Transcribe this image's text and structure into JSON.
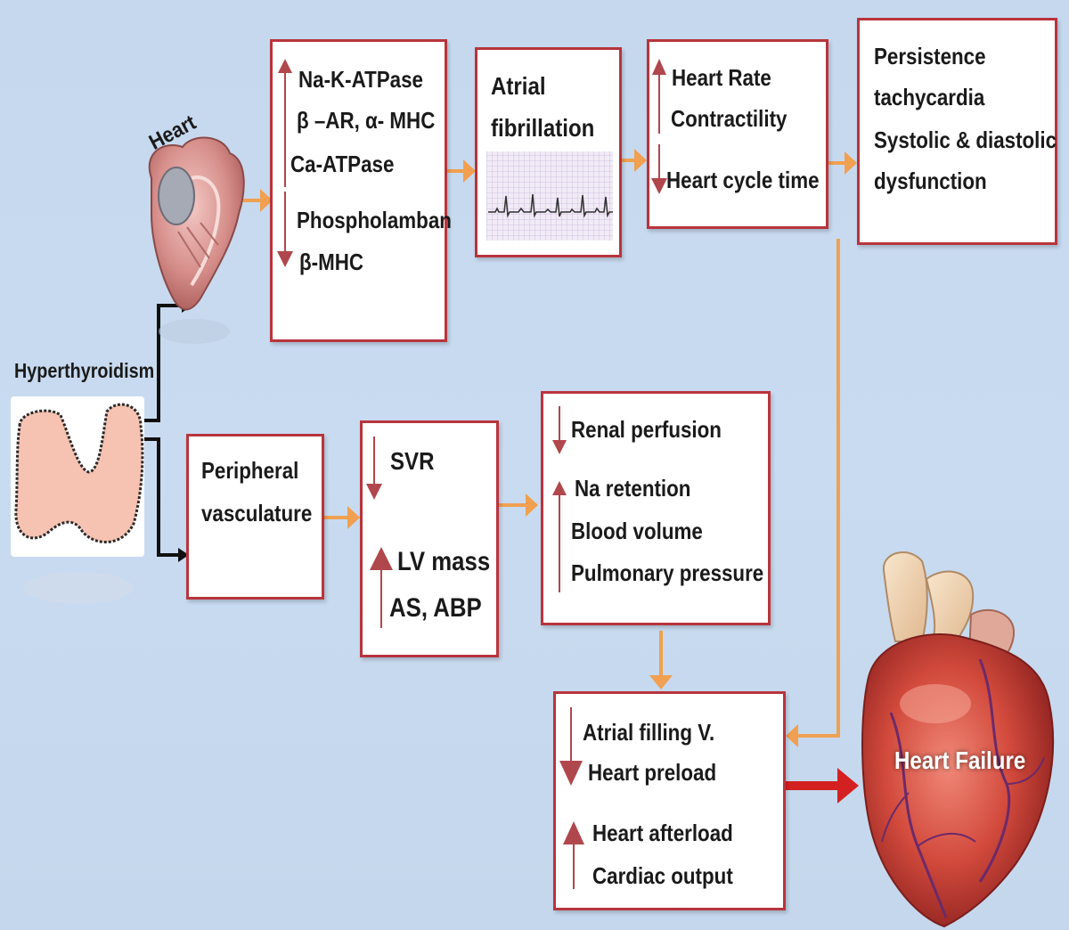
{
  "labels": {
    "heart": "Heart",
    "hyperthyroidism": "Hyperthyroidism",
    "heart_failure": "Heart Failure"
  },
  "boxes": {
    "molecular": {
      "line1": "Na-K-ATPase",
      "line2": "β –AR, α- MHC",
      "line3": "Ca-ATPase",
      "line4": "Phospholamban",
      "line5": "β-MHC"
    },
    "af": {
      "line1": "Atrial",
      "line2": "fibrillation"
    },
    "hr": {
      "line1": "Heart Rate",
      "line2": "Contractility",
      "line3": "Heart cycle time"
    },
    "persistence": {
      "line1": "Persistence",
      "line2": "tachycardia",
      "line3": "Systolic & diastolic",
      "line4": "dysfunction"
    },
    "peripheral": {
      "line1": "Peripheral",
      "line2": "vasculature"
    },
    "svr": {
      "line1": "SVR",
      "line2": "LV mass",
      "line3": "AS, ABP"
    },
    "renal": {
      "line1": "Renal perfusion",
      "line2": "Na retention",
      "line3": "Blood volume",
      "line4": "Pulmonary pressure"
    },
    "preload": {
      "line1": "Atrial filling V.",
      "line2": "Heart preload",
      "line3": "Heart afterload",
      "line4": "Cardiac output"
    }
  },
  "colors": {
    "box_border": "#b8343c",
    "arrow_orange": "#f0a050",
    "arrow_red": "#d42020",
    "indicator": "#b0474c",
    "background": "#c8daef"
  },
  "icons": [
    "heart-section-icon",
    "thyroid-icon",
    "ecg-strip-icon",
    "heart-3d-icon"
  ]
}
